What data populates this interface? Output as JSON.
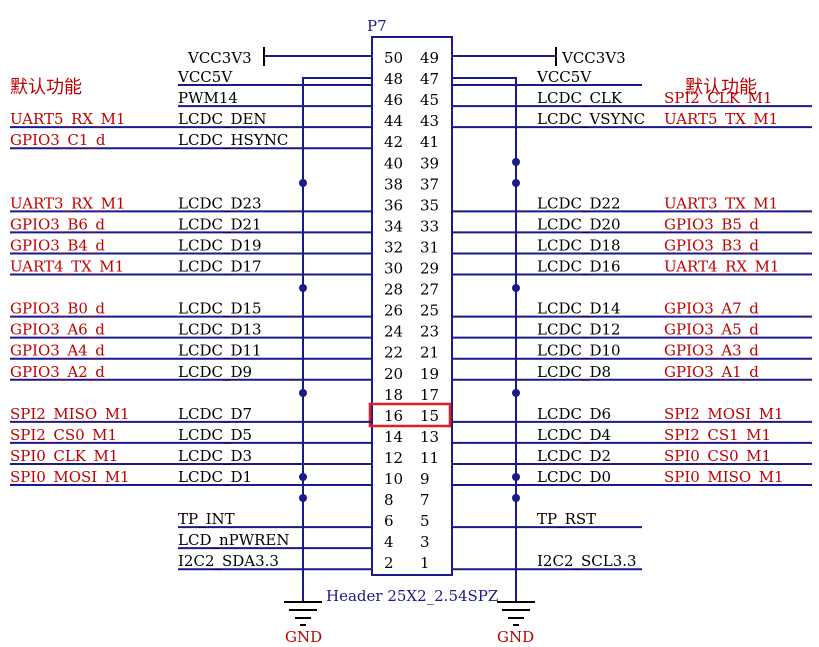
{
  "connector": {
    "designator": "P7",
    "footprint": "Header 25X2_2.54SPZ",
    "highlighted_pins": [
      "16",
      "15"
    ]
  },
  "headings": {
    "left": "默认功能",
    "right": "默认功能"
  },
  "power": {
    "top_left": "VCC3V3",
    "top_right": "VCC3V3",
    "gnd_left": "GND",
    "gnd_right": "GND"
  },
  "left_pins": [
    {
      "pin": "50",
      "net": "",
      "func": ""
    },
    {
      "pin": "48",
      "net": "VCC5V",
      "func": ""
    },
    {
      "pin": "46",
      "net": "PWM14",
      "func": ""
    },
    {
      "pin": "44",
      "net": "LCDC_DEN",
      "func": "UART5_RX_M1"
    },
    {
      "pin": "42",
      "net": "LCDC_HSYNC",
      "func": "GPIO3_C1_d"
    },
    {
      "pin": "40",
      "net": "",
      "func": ""
    },
    {
      "pin": "38",
      "net": "",
      "func": ""
    },
    {
      "pin": "36",
      "net": "LCDC_D23",
      "func": "UART3_RX_M1"
    },
    {
      "pin": "34",
      "net": "LCDC_D21",
      "func": "GPIO3_B6_d"
    },
    {
      "pin": "32",
      "net": "LCDC_D19",
      "func": "GPIO3_B4_d"
    },
    {
      "pin": "30",
      "net": "LCDC_D17",
      "func": "UART4_TX_M1"
    },
    {
      "pin": "28",
      "net": "",
      "func": ""
    },
    {
      "pin": "26",
      "net": "LCDC_D15",
      "func": "GPIO3_B0_d"
    },
    {
      "pin": "24",
      "net": "LCDC_D13",
      "func": "GPIO3_A6_d"
    },
    {
      "pin": "22",
      "net": "LCDC_D11",
      "func": "GPIO3_A4_d"
    },
    {
      "pin": "20",
      "net": "LCDC_D9",
      "func": "GPIO3_A2_d"
    },
    {
      "pin": "18",
      "net": "",
      "func": ""
    },
    {
      "pin": "16",
      "net": "LCDC_D7",
      "func": "SPI2_MISO_M1"
    },
    {
      "pin": "14",
      "net": "LCDC_D5",
      "func": "SPI2_CS0_M1"
    },
    {
      "pin": "12",
      "net": "LCDC_D3",
      "func": "SPI0_CLK_M1"
    },
    {
      "pin": "10",
      "net": "LCDC_D1",
      "func": "SPI0_MOSI_M1"
    },
    {
      "pin": "8",
      "net": "",
      "func": ""
    },
    {
      "pin": "6",
      "net": "TP_INT",
      "func": ""
    },
    {
      "pin": "4",
      "net": "LCD_nPWREN",
      "func": ""
    },
    {
      "pin": "2",
      "net": "I2C2_SDA3.3",
      "func": ""
    }
  ],
  "right_pins": [
    {
      "pin": "49",
      "net": "",
      "func": ""
    },
    {
      "pin": "47",
      "net": "VCC5V",
      "func": ""
    },
    {
      "pin": "45",
      "net": "LCDC_CLK",
      "func": "SPI2_CLK_M1"
    },
    {
      "pin": "43",
      "net": "LCDC_VSYNC",
      "func": "UART5_TX_M1"
    },
    {
      "pin": "41",
      "net": "",
      "func": ""
    },
    {
      "pin": "39",
      "net": "",
      "func": ""
    },
    {
      "pin": "37",
      "net": "",
      "func": ""
    },
    {
      "pin": "35",
      "net": "LCDC_D22",
      "func": "UART3_TX_M1"
    },
    {
      "pin": "33",
      "net": "LCDC_D20",
      "func": "GPIO3_B5_d"
    },
    {
      "pin": "31",
      "net": "LCDC_D18",
      "func": "GPIO3_B3_d"
    },
    {
      "pin": "29",
      "net": "LCDC_D16",
      "func": "UART4_RX_M1"
    },
    {
      "pin": "27",
      "net": "",
      "func": ""
    },
    {
      "pin": "25",
      "net": "LCDC_D14",
      "func": "GPIO3_A7_d"
    },
    {
      "pin": "23",
      "net": "LCDC_D12",
      "func": "GPIO3_A5_d"
    },
    {
      "pin": "21",
      "net": "LCDC_D10",
      "func": "GPIO3_A3_d"
    },
    {
      "pin": "19",
      "net": "LCDC_D8",
      "func": "GPIO3_A1_d"
    },
    {
      "pin": "17",
      "net": "",
      "func": ""
    },
    {
      "pin": "15",
      "net": "LCDC_D6",
      "func": "SPI2_MOSI_M1"
    },
    {
      "pin": "13",
      "net": "LCDC_D4",
      "func": "SPI2_CS1_M1"
    },
    {
      "pin": "11",
      "net": "LCDC_D2",
      "func": "SPI0_CS0_M1"
    },
    {
      "pin": "9",
      "net": "LCDC_D0",
      "func": "SPI0_MISO_M1"
    },
    {
      "pin": "7",
      "net": "",
      "func": ""
    },
    {
      "pin": "5",
      "net": "TP_RST",
      "func": ""
    },
    {
      "pin": "3",
      "net": "",
      "func": ""
    },
    {
      "pin": "1",
      "net": "I2C2_SCL3.3",
      "func": ""
    }
  ]
}
